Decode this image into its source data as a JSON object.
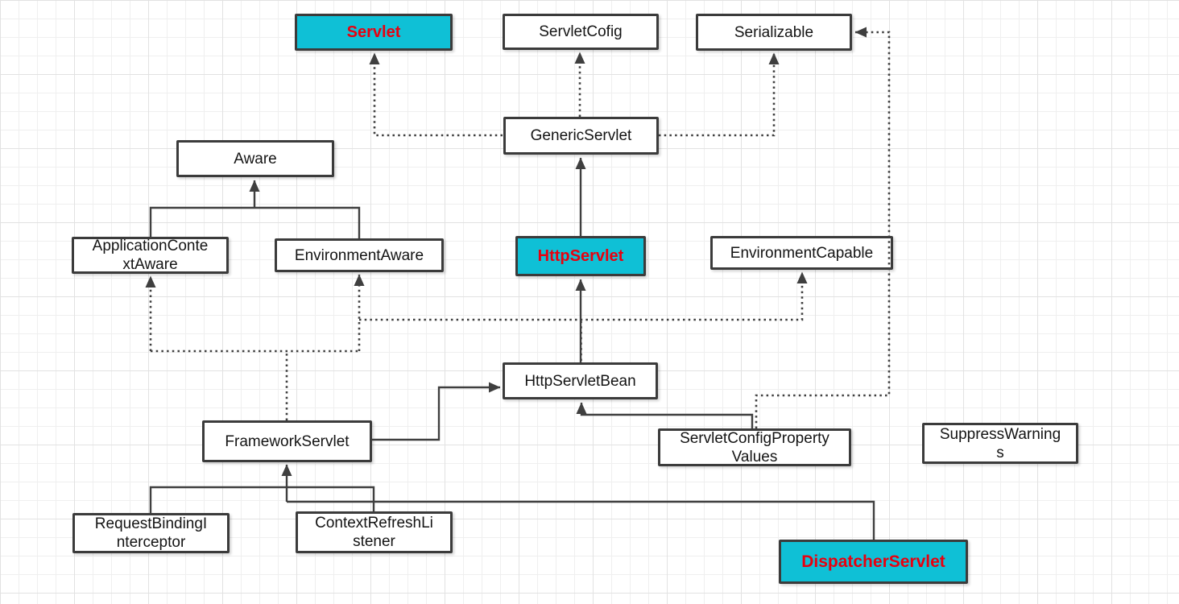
{
  "diagram_title": "Servlet / DispatcherServlet class hierarchy",
  "colors": {
    "background": "#ffffff",
    "grid_minor": "#efefef",
    "grid_major": "#e2e2e2",
    "node_fill": "#ffffff",
    "node_border": "#3b3b3b",
    "accent_fill": "#0fc0d6",
    "accent_text": "#e8000f",
    "edge_line": "#3f3f3f",
    "node_text": "#141414"
  },
  "nodes": [
    {
      "id": "servlet",
      "label": "Servlet",
      "highlighted": true
    },
    {
      "id": "servletcofig",
      "label": "ServletCofig",
      "highlighted": false
    },
    {
      "id": "serializable",
      "label": "Serializable",
      "highlighted": false
    },
    {
      "id": "genericservlet",
      "label": "GenericServlet",
      "highlighted": false
    },
    {
      "id": "aware",
      "label": "Aware",
      "highlighted": false
    },
    {
      "id": "applicationcontextaware",
      "label": "ApplicationConte\nxtAware",
      "highlighted": false
    },
    {
      "id": "environmentaware",
      "label": "EnvironmentAware",
      "highlighted": false
    },
    {
      "id": "httpservlet",
      "label": "HttpServlet",
      "highlighted": true
    },
    {
      "id": "environmentcapable",
      "label": "EnvironmentCapable",
      "highlighted": false
    },
    {
      "id": "httpservletbean",
      "label": "HttpServletBean",
      "highlighted": false
    },
    {
      "id": "frameworkservlet",
      "label": "FrameworkServlet",
      "highlighted": false
    },
    {
      "id": "servletconfigpropertyvalues",
      "label": "ServletConfigProperty\nValues",
      "highlighted": false
    },
    {
      "id": "suppresswarnings",
      "label": "SuppressWarning\ns",
      "highlighted": false
    },
    {
      "id": "requestbindinginterceptor",
      "label": "RequestBindingI\nnterceptor",
      "highlighted": false
    },
    {
      "id": "contextrefreshlistener",
      "label": "ContextRefreshLi\nstener",
      "highlighted": false
    },
    {
      "id": "dispatcherservlet",
      "label": "DispatcherServlet",
      "highlighted": true
    }
  ],
  "edges": [
    {
      "from": "GenericServlet",
      "to": "Servlet",
      "line": "dotted"
    },
    {
      "from": "GenericServlet",
      "to": "ServletCofig",
      "line": "dotted"
    },
    {
      "from": "GenericServlet",
      "to": "Serializable",
      "line": "dotted"
    },
    {
      "from": "HttpServlet",
      "to": "GenericServlet",
      "line": "solid"
    },
    {
      "from": "HttpServletBean",
      "to": "HttpServlet",
      "line": "solid"
    },
    {
      "from": "ApplicationContextAware",
      "to": "Aware",
      "line": "solid"
    },
    {
      "from": "EnvironmentAware",
      "to": "Aware",
      "line": "solid"
    },
    {
      "from": "FrameworkServlet",
      "to": "ApplicationContextAware",
      "line": "dotted"
    },
    {
      "from": "FrameworkServlet",
      "to": "EnvironmentAware",
      "line": "dotted"
    },
    {
      "from": "HttpServletBean",
      "to": "EnvironmentCapable",
      "line": "dotted"
    },
    {
      "from": "FrameworkServlet",
      "to": "HttpServletBean",
      "line": "solid"
    },
    {
      "from": "ServletConfigPropertyValues",
      "to": "HttpServletBean",
      "line": "solid"
    },
    {
      "from": "ServletConfigPropertyValues",
      "to": "Serializable",
      "line": "dotted"
    },
    {
      "from": "RequestBindingInterceptor",
      "to": "FrameworkServlet",
      "line": "solid"
    },
    {
      "from": "ContextRefreshListener",
      "to": "FrameworkServlet",
      "line": "solid"
    },
    {
      "from": "DispatcherServlet",
      "to": "FrameworkServlet",
      "line": "solid"
    }
  ]
}
